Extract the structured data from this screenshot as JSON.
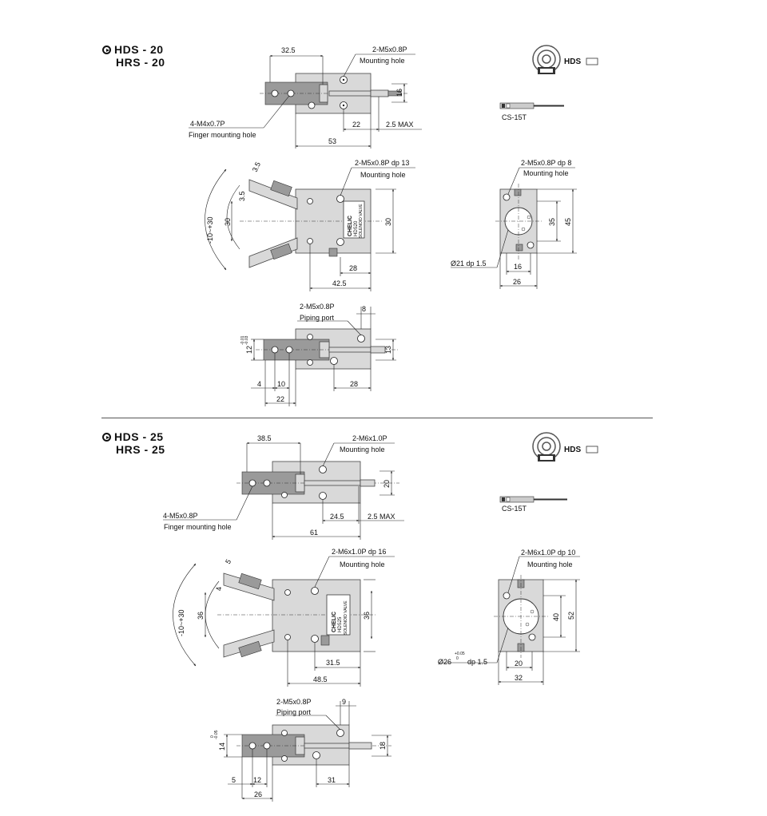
{
  "sections": [
    {
      "model_a": "HDS - 20",
      "model_b": "HRS - 20",
      "top": {
        "dim_a": "32.5",
        "hole_spec": "2-M5x0.8P",
        "hole_name": "Mounting hole",
        "dim_h": "16",
        "dim_b": "22",
        "dim_c": "2.5 MAX",
        "dim_len": "53",
        "finger_spec": "4-M4x0.7P",
        "finger_name": "Finger mounting hole"
      },
      "mid": {
        "hole_spec": "2-M5x0.8P dp 13",
        "hole_name": "Mounting hole",
        "dim_s1": "3.5",
        "dim_s2": "3.5",
        "angle": "-10~+30",
        "dim_l": "30",
        "dim_r": "30",
        "dim_a": "28",
        "dim_b": "42.5",
        "plate": [
          "CHELIC",
          "HDS20",
          "SOLENOID VALVE"
        ]
      },
      "bot": {
        "port_spec": "2-M5x0.8P",
        "port_name": "Piping port",
        "dim_a": "8",
        "dim_h": "12",
        "tol": "-0.01\n-0.03",
        "dim_r": "13",
        "dim_b": "4",
        "dim_c": "10",
        "dim_d": "22",
        "dim_e": "28"
      },
      "symbol_label": "HDS",
      "sensor_label": "CS-15T",
      "side": {
        "hole_spec": "2-M5x0.8P dp 8",
        "hole_name": "Mounting hole",
        "dim_a": "35",
        "dim_b": "45",
        "bore": "Ø21 dp 1.5",
        "bore_tol": "",
        "dim_c": "16",
        "dim_d": "26"
      }
    },
    {
      "model_a": "HDS - 25",
      "model_b": "HRS - 25",
      "top": {
        "dim_a": "38.5",
        "hole_spec": "2-M6x1.0P",
        "hole_name": "Mounting hole",
        "dim_h": "20",
        "dim_b": "24.5",
        "dim_c": "2.5 MAX",
        "dim_len": "61",
        "finger_spec": "4-M5x0.8P",
        "finger_name": "Finger mounting hole"
      },
      "mid": {
        "hole_spec": "2-M6x1.0P dp 16",
        "hole_name": "Mounting hole",
        "dim_s1": "5",
        "dim_s2": "4",
        "angle": "-10~+30",
        "dim_l": "36",
        "dim_r": "36",
        "dim_a": "31.5",
        "dim_b": "48.5",
        "plate": [
          "CHELIC",
          "HDS25",
          "SOLENOID VALVE"
        ]
      },
      "bot": {
        "port_spec": "2-M5x0.8P",
        "port_name": "Piping port",
        "dim_a": "9",
        "dim_h": "14",
        "tol": "0\n-0.05",
        "dim_r": "18",
        "dim_b": "5",
        "dim_c": "12",
        "dim_d": "26",
        "dim_e": "31"
      },
      "symbol_label": "HDS",
      "sensor_label": "CS-15T",
      "side": {
        "hole_spec": "2-M6x1.0P dp 10",
        "hole_name": "Mounting hole",
        "dim_a": "40",
        "dim_b": "52",
        "bore": "Ø26",
        "bore_tol": "+0.05\n0",
        "bore_dp": "dp 1.5",
        "dim_c": "20",
        "dim_d": "32"
      }
    }
  ]
}
